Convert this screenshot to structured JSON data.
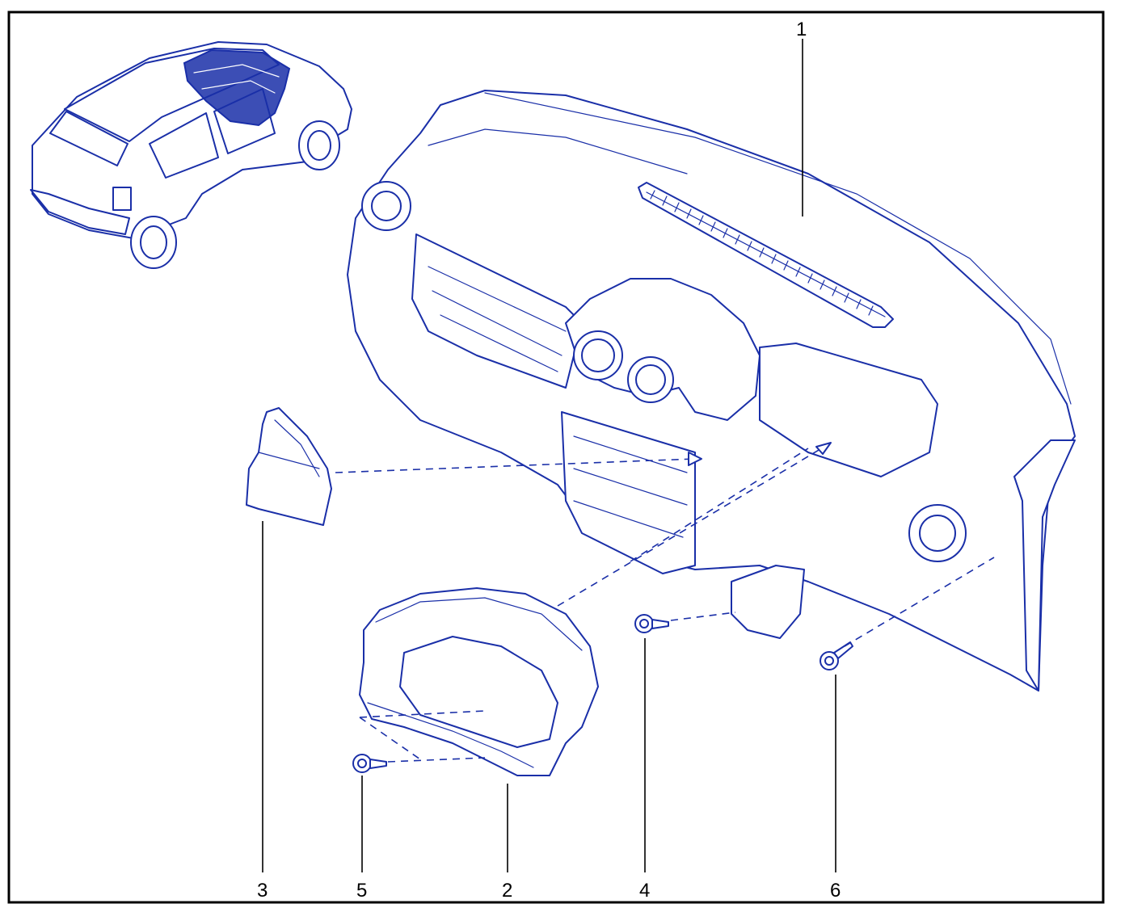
{
  "colors": {
    "line": "#1a2fa8",
    "frame": "#000000",
    "highlight": "#1a2fa8",
    "background": "#ffffff"
  },
  "callouts": [
    {
      "id": "1",
      "label": "1"
    },
    {
      "id": "2",
      "label": "2"
    },
    {
      "id": "3",
      "label": "3"
    },
    {
      "id": "4",
      "label": "4"
    },
    {
      "id": "5",
      "label": "5"
    },
    {
      "id": "6",
      "label": "6"
    }
  ]
}
